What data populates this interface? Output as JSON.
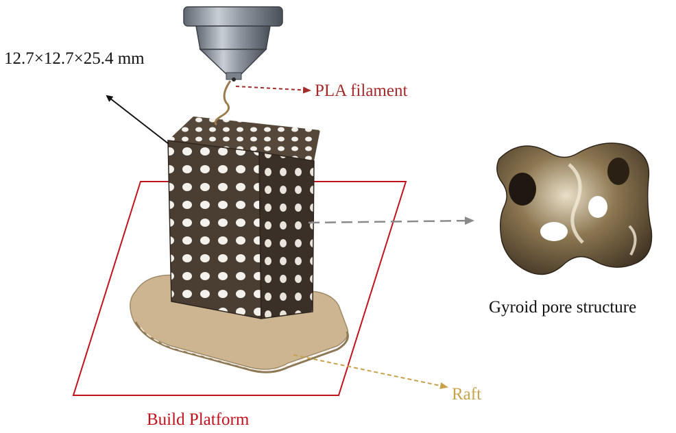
{
  "labels": {
    "dimensions": "12.7×12.7×25.4 mm",
    "filament": "PLA filament",
    "raft": "Raft",
    "gyroid": "Gyroid pore structure",
    "platform": "Build Platform"
  },
  "colors": {
    "platform_outline": "#c0121c",
    "filament_arrow": "#a52a2a",
    "raft_arrow": "#c8a24a",
    "gyroid_arrow": "#8a8a8a",
    "lattice": "#4a3e33",
    "raft_fill": "#cdb592",
    "gyroid_fill": "#7d6a4a"
  },
  "icons": {
    "nozzle": "extruder-nozzle-icon",
    "lattice": "gyroid-lattice-specimen",
    "gyroid_cell": "gyroid-unit-cell"
  }
}
